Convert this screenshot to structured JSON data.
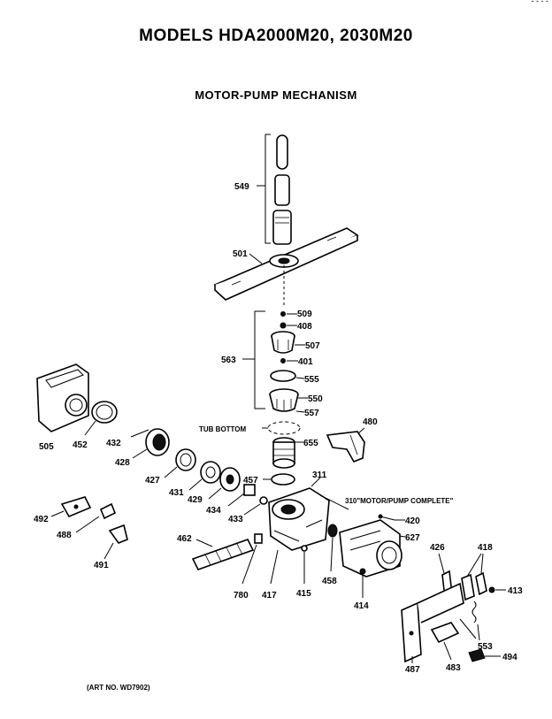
{
  "header": {
    "title": "MODELS HDA2000M20, 2030M20",
    "subtitle": "MOTOR-PUMP MECHANISM",
    "corner_mark": "- - - -"
  },
  "footer": {
    "art_number": "(ART NO. WD7902)"
  },
  "annotations": {
    "tub_bottom": "TUB BOTTOM",
    "motor_pump_complete": "310\"MOTOR/PUMP COMPLETE\""
  },
  "parts": {
    "p549": "549",
    "p501": "501",
    "p509": "509",
    "p408": "408",
    "p507": "507",
    "p563": "563",
    "p401": "401",
    "p555": "555",
    "p550": "550",
    "p557": "557",
    "p480": "480",
    "p655": "655",
    "p505": "505",
    "p452": "452",
    "p432": "432",
    "p428": "428",
    "p427": "427",
    "p431": "431",
    "p429": "429",
    "p434": "434",
    "p433": "433",
    "p457": "457",
    "p311": "311",
    "p420": "420",
    "p627": "627",
    "p492": "492",
    "p488": "488",
    "p491": "491",
    "p462": "462",
    "p780": "780",
    "p417": "417",
    "p415": "415",
    "p458": "458",
    "p414": "414",
    "p426": "426",
    "p418": "418",
    "p413": "413",
    "p553": "553",
    "p487": "487",
    "p483": "483",
    "p494": "494"
  }
}
